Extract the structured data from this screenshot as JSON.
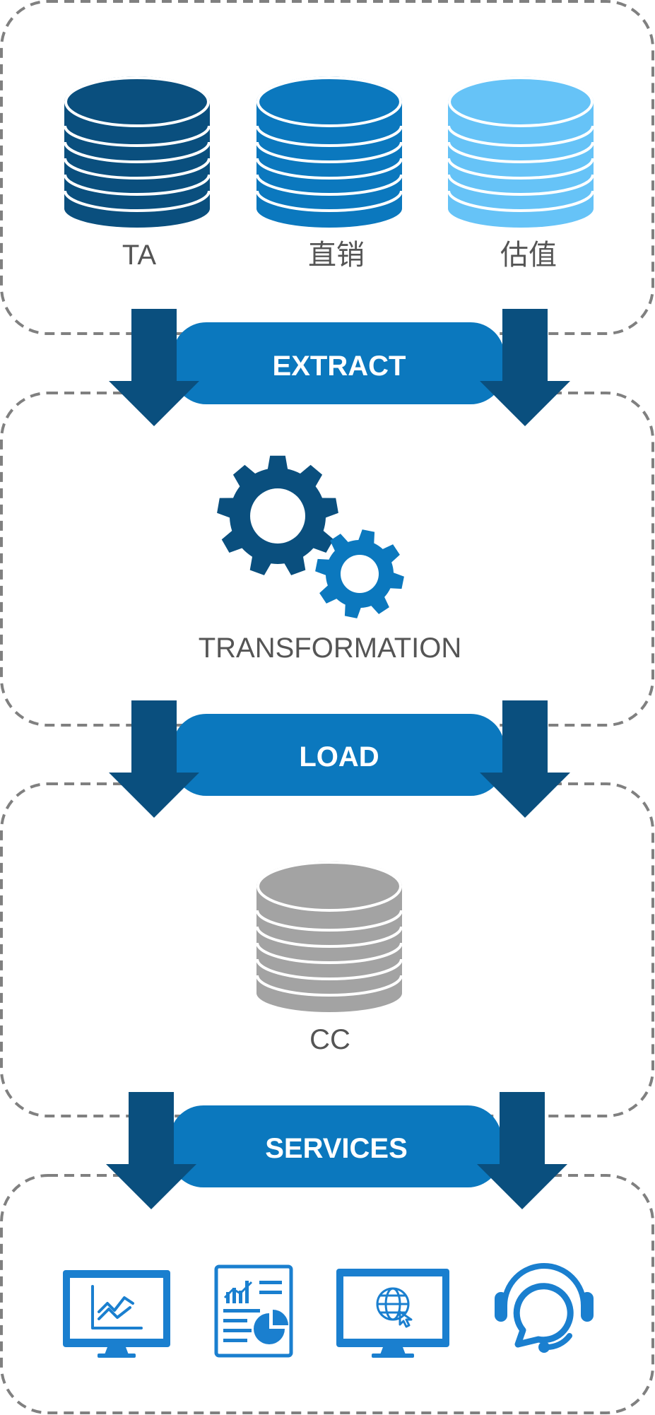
{
  "sources": {
    "items": [
      {
        "label": "TA",
        "color": "#0a4f7e"
      },
      {
        "label": "直销",
        "color": "#0b78be"
      },
      {
        "label": "估值",
        "color": "#66c3f7"
      }
    ]
  },
  "stages": {
    "extract": "EXTRACT",
    "load": "LOAD",
    "services": "SERVICES"
  },
  "transformation": {
    "label": "TRANSFORMATION"
  },
  "target": {
    "label": "CC",
    "color": "#a3a3a3"
  },
  "services": {
    "items": [
      {
        "icon": "monitor-chart-icon"
      },
      {
        "icon": "report-document-icon"
      },
      {
        "icon": "monitor-globe-icon"
      },
      {
        "icon": "headset-chat-icon"
      }
    ]
  },
  "colors": {
    "arrow": "#0a4f7e",
    "pill": "#0b78be",
    "dash": "#808080",
    "icon": "#1a7fcf"
  }
}
